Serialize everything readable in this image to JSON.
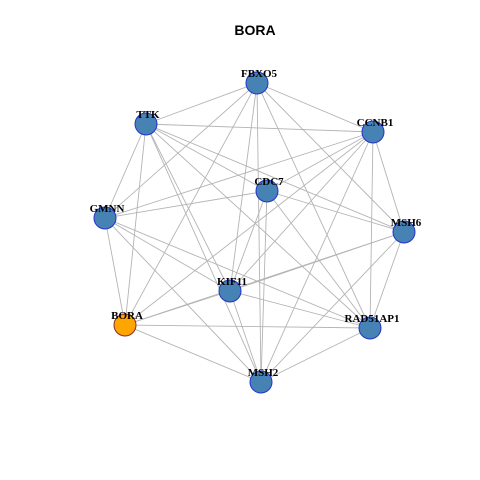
{
  "title": "BORA",
  "colors": {
    "node_fill": "#4682B4",
    "hub_fill": "#FFA500",
    "edge": "#B4B4B4"
  },
  "nodes": [
    {
      "id": "FBXO5",
      "label": "FBXO5",
      "role": "neighbor"
    },
    {
      "id": "TTK",
      "label": "TTK",
      "role": "neighbor"
    },
    {
      "id": "CCNB1",
      "label": "CCNB1",
      "role": "neighbor"
    },
    {
      "id": "CDC7",
      "label": "CDC7",
      "role": "neighbor"
    },
    {
      "id": "GMNN",
      "label": "GMNN",
      "role": "neighbor"
    },
    {
      "id": "MSH6",
      "label": "MSH6",
      "role": "neighbor"
    },
    {
      "id": "KIF11",
      "label": "KIF11",
      "role": "neighbor"
    },
    {
      "id": "BORA",
      "label": "BORA",
      "role": "hub"
    },
    {
      "id": "RAD51AP1",
      "label": "RAD51AP1",
      "role": "neighbor"
    },
    {
      "id": "MSH2",
      "label": "MSH2",
      "role": "neighbor"
    }
  ],
  "edges": [
    [
      "FBXO5",
      "TTK"
    ],
    [
      "FBXO5",
      "CCNB1"
    ],
    [
      "FBXO5",
      "GMNN"
    ],
    [
      "FBXO5",
      "MSH6"
    ],
    [
      "FBXO5",
      "KIF11"
    ],
    [
      "FBXO5",
      "BORA"
    ],
    [
      "FBXO5",
      "RAD51AP1"
    ],
    [
      "FBXO5",
      "MSH2"
    ],
    [
      "TTK",
      "CCNB1"
    ],
    [
      "TTK",
      "GMNN"
    ],
    [
      "TTK",
      "MSH6"
    ],
    [
      "TTK",
      "KIF11"
    ],
    [
      "TTK",
      "BORA"
    ],
    [
      "TTK",
      "RAD51AP1"
    ],
    [
      "TTK",
      "MSH2"
    ],
    [
      "CCNB1",
      "GMNN"
    ],
    [
      "CCNB1",
      "MSH6"
    ],
    [
      "CCNB1",
      "KIF11"
    ],
    [
      "CCNB1",
      "BORA"
    ],
    [
      "CCNB1",
      "RAD51AP1"
    ],
    [
      "CCNB1",
      "MSH2"
    ],
    [
      "CDC7",
      "TTK"
    ],
    [
      "CDC7",
      "GMNN"
    ],
    [
      "CDC7",
      "MSH6"
    ],
    [
      "CDC7",
      "RAD51AP1"
    ],
    [
      "CDC7",
      "KIF11"
    ],
    [
      "CDC7",
      "MSH2"
    ],
    [
      "CDC7",
      "CCNB1"
    ],
    [
      "GMNN",
      "KIF11"
    ],
    [
      "GMNN",
      "BORA"
    ],
    [
      "GMNN",
      "RAD51AP1"
    ],
    [
      "GMNN",
      "MSH2"
    ],
    [
      "MSH6",
      "KIF11"
    ],
    [
      "MSH6",
      "BORA"
    ],
    [
      "MSH6",
      "RAD51AP1"
    ],
    [
      "MSH6",
      "MSH2"
    ],
    [
      "KIF11",
      "BORA"
    ],
    [
      "KIF11",
      "RAD51AP1"
    ],
    [
      "KIF11",
      "MSH2"
    ],
    [
      "BORA",
      "RAD51AP1"
    ],
    [
      "BORA",
      "MSH2"
    ],
    [
      "RAD51AP1",
      "MSH2"
    ]
  ]
}
